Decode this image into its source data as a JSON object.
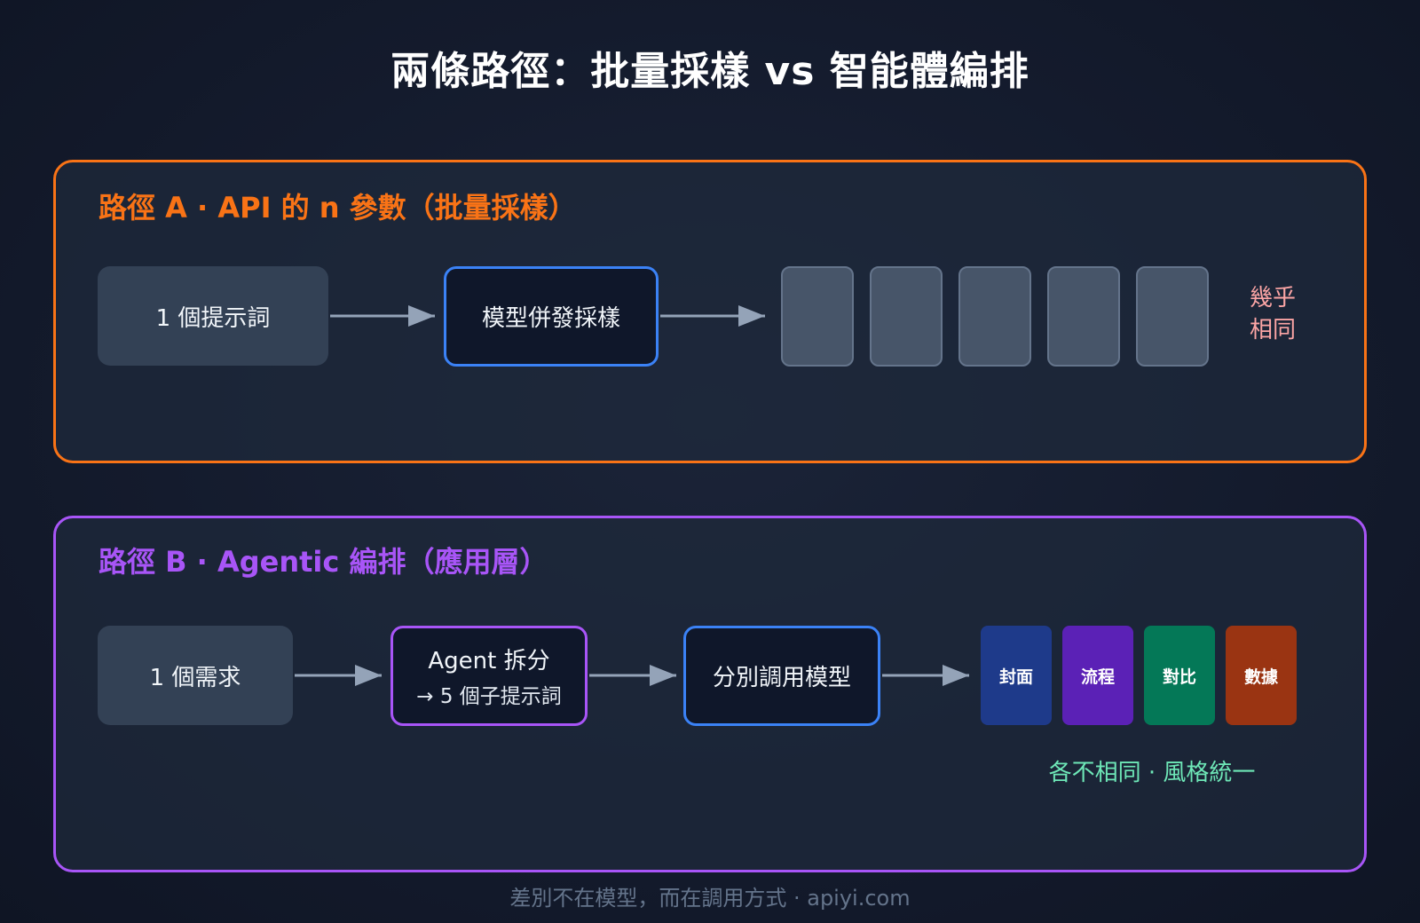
{
  "title": "兩條路徑：批量採樣 vs 智能體編排",
  "path_a": {
    "title": "路徑 A · API 的 n 參數（批量採樣）",
    "input_label": "1 個提示詞",
    "process_label": "模型併發採樣",
    "sample_count": 5,
    "note_line1": "幾乎",
    "note_line2": "相同",
    "colors": {
      "accent": "#f97316",
      "note": "#fca5a5"
    }
  },
  "path_b": {
    "title": "路徑 B · Agentic 編排（應用層）",
    "input_label": "1 個需求",
    "agent_label": "Agent 拆分",
    "agent_sub": "→ 5 個子提示詞",
    "call_label": "分別調用模型",
    "results": [
      {
        "label": "封面",
        "color": "#1e3a8a"
      },
      {
        "label": "流程",
        "color": "#5b21b6"
      },
      {
        "label": "對比",
        "color": "#047857"
      },
      {
        "label": "數據",
        "color": "#9a3412"
      }
    ],
    "note": "各不相同 · 風格統一",
    "colors": {
      "accent": "#a855f7",
      "note": "#6ee7b7"
    }
  },
  "footer": "差別不在模型，而在調用方式 · apiyi.com"
}
